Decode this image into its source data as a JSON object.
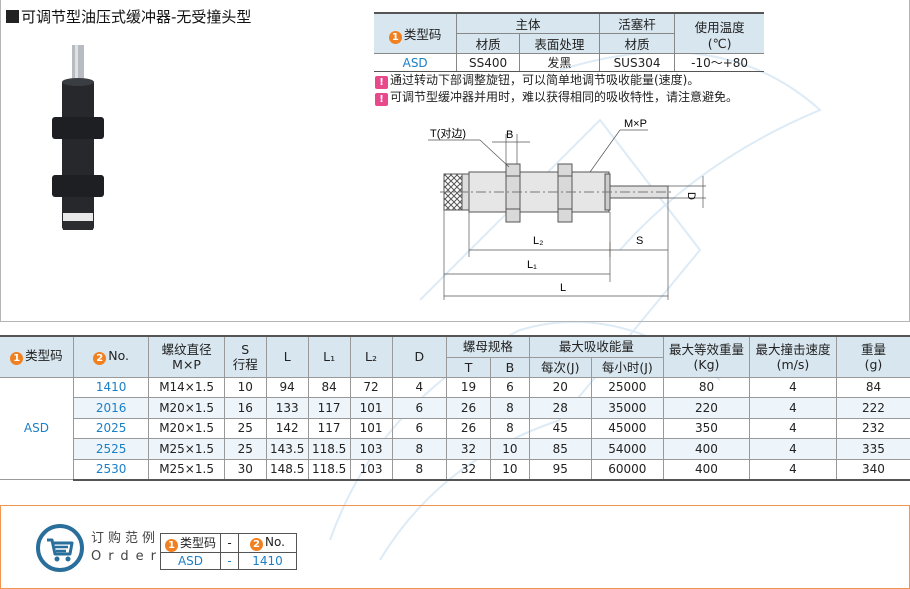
{
  "page_title": "可调节型油压式缓冲器-无受撞头型",
  "spec_table": {
    "type_code_marker": "1",
    "type_code_label": "类型码",
    "body_label": "主体",
    "rod_label": "活塞杆",
    "temp_label": "使用温度",
    "temp_unit": "(℃)",
    "material_label": "材质",
    "surface_label": "表面处理",
    "rod_material_label": "材质",
    "row": {
      "type": "ASD",
      "body_material": "SS400",
      "surface": "发黑",
      "rod_material": "SUS304",
      "temp": "-10～+80"
    }
  },
  "notes": [
    {
      "icon": "warning-icon",
      "text": "通过转动下部调整旋钮，可以简单地调节吸收能量(速度)。"
    },
    {
      "icon": "warning-icon",
      "text": "可调节型缓冲器并用时，难以获得相同的吸收特性，请注意避免。"
    }
  ],
  "drawing": {
    "t_label": "T(对边)",
    "b_label": "B",
    "mxp_label": "M×P",
    "d_label": "D",
    "l2_label": "L₂",
    "s_label": "S",
    "l1_label": "L₁",
    "l_label": "L"
  },
  "main_table": {
    "headers": {
      "type_marker": "1",
      "type": "类型码",
      "no_marker": "2",
      "no": "No.",
      "thread_line1": "螺纹直径",
      "thread_line2": "M×P",
      "s_line1": "S",
      "s_line2": "行程",
      "l": "L",
      "l1": "L₁",
      "l2": "L₂",
      "d": "D",
      "nut": "螺母规格",
      "t": "T",
      "b": "B",
      "energy": "最大吸收能量",
      "per_cycle": "每次(J)",
      "per_hour": "每小时(J)",
      "eq_weight_line1": "最大等效重量",
      "eq_weight_line2": "(Kg)",
      "speed_line1": "最大撞击速度",
      "speed_line2": "(m/s)",
      "weight_line1": "重量",
      "weight_line2": "(g)"
    },
    "type_value": "ASD",
    "rows": [
      {
        "no": "1410",
        "thread": "M14×1.5",
        "s": "10",
        "l": "94",
        "l1": "84",
        "l2": "72",
        "d": "4",
        "t": "19",
        "b": "6",
        "per_cycle": "20",
        "per_hour": "25000",
        "eq_weight": "80",
        "speed": "4",
        "weight": "84"
      },
      {
        "no": "2016",
        "thread": "M20×1.5",
        "s": "16",
        "l": "133",
        "l1": "117",
        "l2": "101",
        "d": "6",
        "t": "26",
        "b": "8",
        "per_cycle": "28",
        "per_hour": "35000",
        "eq_weight": "220",
        "speed": "4",
        "weight": "222"
      },
      {
        "no": "2025",
        "thread": "M20×1.5",
        "s": "25",
        "l": "142",
        "l1": "117",
        "l2": "101",
        "d": "6",
        "t": "26",
        "b": "8",
        "per_cycle": "45",
        "per_hour": "45000",
        "eq_weight": "350",
        "speed": "4",
        "weight": "232"
      },
      {
        "no": "2525",
        "thread": "M25×1.5",
        "s": "25",
        "l": "143.5",
        "l1": "118.5",
        "l2": "103",
        "d": "8",
        "t": "32",
        "b": "10",
        "per_cycle": "85",
        "per_hour": "54000",
        "eq_weight": "400",
        "speed": "4",
        "weight": "335"
      },
      {
        "no": "2530",
        "thread": "M25×1.5",
        "s": "30",
        "l": "148.5",
        "l1": "118.5",
        "l2": "103",
        "d": "8",
        "t": "32",
        "b": "10",
        "per_cycle": "95",
        "per_hour": "60000",
        "eq_weight": "400",
        "speed": "4",
        "weight": "340"
      }
    ]
  },
  "order": {
    "label_cn": "订购范例",
    "label_en": "Order",
    "type_marker": "1",
    "type_header": "类型码",
    "dash": "-",
    "no_marker": "2",
    "no_header": "No.",
    "type_value": "ASD",
    "no_value": "1410"
  },
  "colors": {
    "accent_blue": "#1b7fc6",
    "header_bg": "#d8e6ef",
    "marker_orange": "#f08020",
    "warning_pink": "#e8498a",
    "order_border": "#f0944f"
  }
}
